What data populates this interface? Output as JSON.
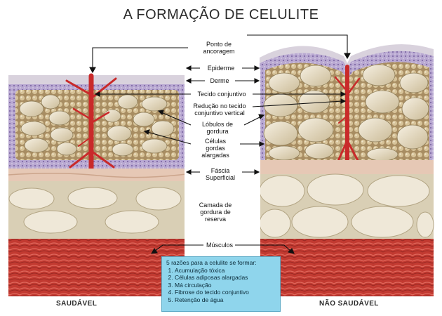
{
  "title": "A FORMAÇÃO DE CELULITE",
  "labels": {
    "anchor": [
      "Ponto de",
      "ancoragem"
    ],
    "epidermis": "Epiderme",
    "dermis": "Derme",
    "connective": "Tecido conjuntivo",
    "reduction": [
      "Redução no tecido",
      "conjuntivo vertical"
    ],
    "lobules": [
      "Lóbulos de",
      "gordura"
    ],
    "cells": [
      "Células",
      "gordas",
      "alargadas"
    ],
    "fascia": [
      "Fáscia",
      "Superficial"
    ],
    "reserve": [
      "Camada de",
      "gordura de",
      "reserva"
    ],
    "muscles": "Músculos"
  },
  "sides": {
    "healthy": "SAUDÁVEL",
    "unhealthy": "NÃO SAUDÁVEL"
  },
  "reasons": {
    "heading": "5 razões para a celulite se formar:",
    "items": [
      "Acumulação tóxica",
      "Células adiposas alargadas",
      "Má circulação",
      "Fibrose do tecido conjuntivo",
      "Retenção de água"
    ]
  },
  "colors": {
    "epidermis": "#cfc6d6",
    "dermis": "#a995c3",
    "fat_cell": "#e8ddc4",
    "cell_outline": "#9a8a66",
    "fascia": "#e6c8b5",
    "reserve_bg": "#d9cfb5",
    "muscle": "#c73b33",
    "connective": "#c92a2a",
    "box": "#8fd5ec"
  }
}
